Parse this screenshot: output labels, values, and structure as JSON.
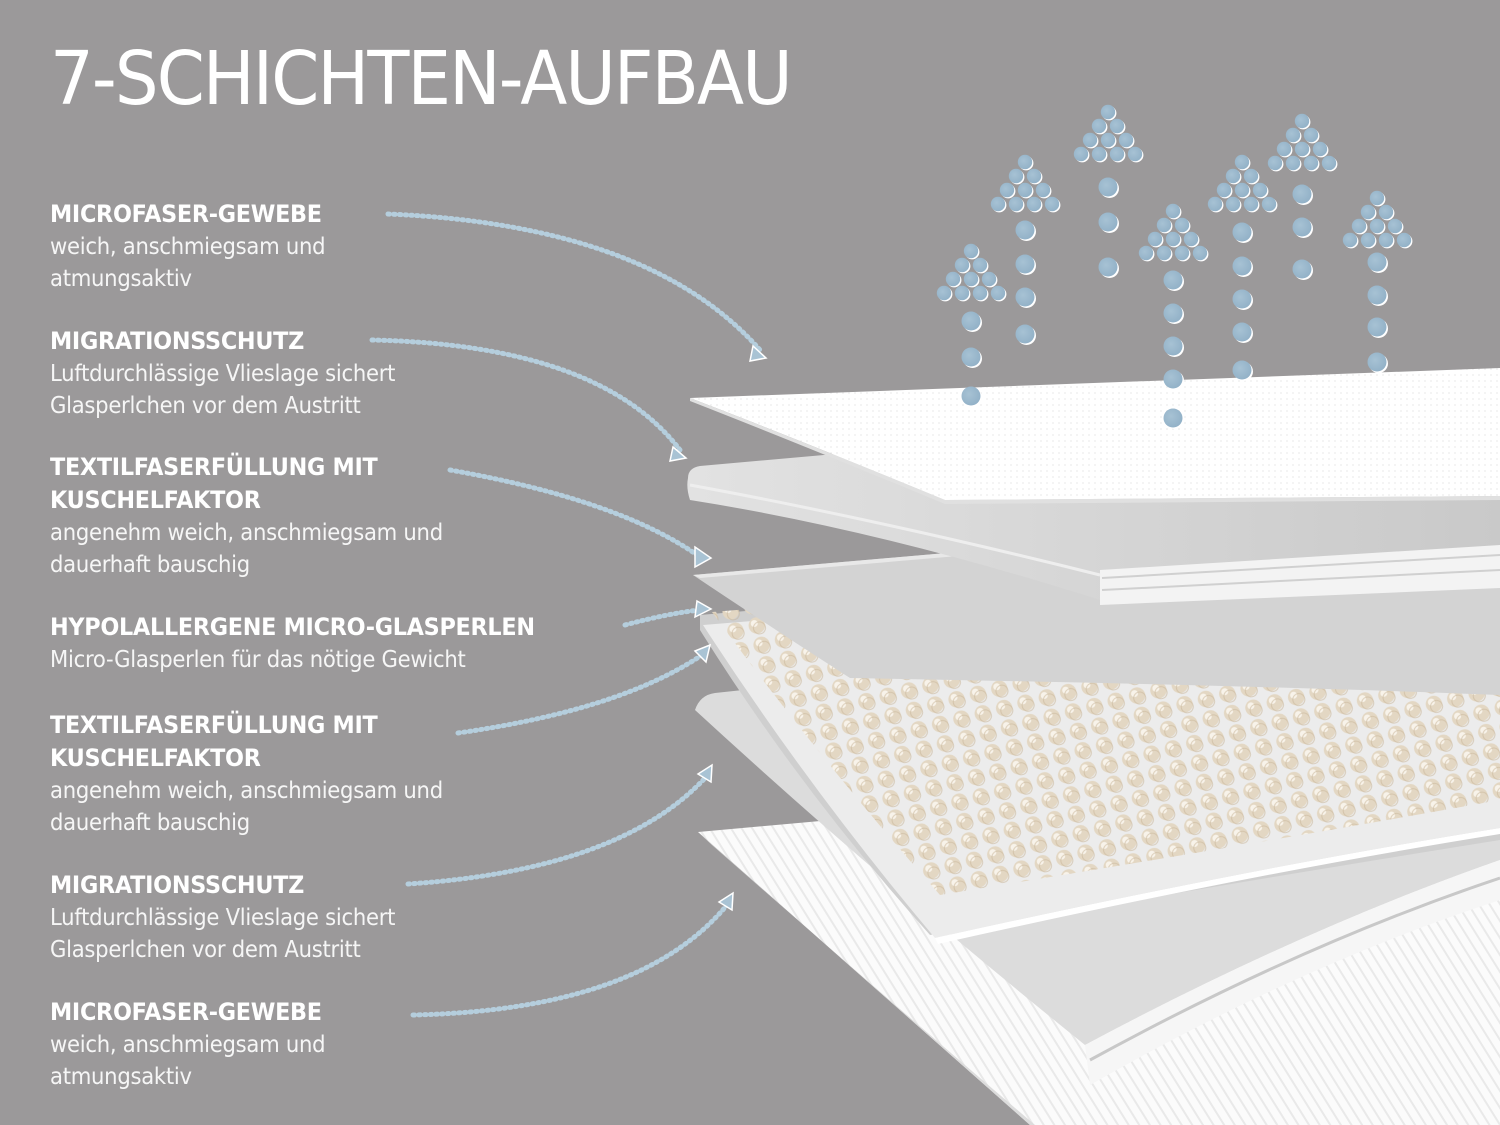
{
  "title": "7-SCHICHTEN-AUFBAU",
  "colors": {
    "background": "#9b999a",
    "text": "#ffffff",
    "arrow_dots": "#a9c3d4",
    "droplets": "#9ebbd0",
    "layer_white": "#ffffff",
    "layer_grey": "#d6d6d6",
    "pearl": "#e6dccb"
  },
  "layers": [
    {
      "heading": "MICROFASER-GEWEBE",
      "heading_line2": "",
      "description_line1": "weich, anschmiegsam und",
      "description_line2": "atmungsaktiv"
    },
    {
      "heading": "MIGRATIONSSCHUTZ",
      "heading_line2": "",
      "description_line1": "Luftdurchlässige Vlieslage sichert",
      "description_line2": "Glasperlchen vor dem Austritt"
    },
    {
      "heading": "TEXTILFASERFÜLLUNG MIT",
      "heading_line2": "KUSCHELFAKTOR",
      "description_line1": "angenehm weich, anschmiegsam und",
      "description_line2": "dauerhaft bauschig"
    },
    {
      "heading": "HYPOLALLERGENE MICRO-GLASPERLEN",
      "heading_line2": "",
      "description_line1": "Micro-Glasperlen für das nötige Gewicht",
      "description_line2": ""
    },
    {
      "heading": "TEXTILFASERFÜLLUNG MIT",
      "heading_line2": "KUSCHELFAKTOR",
      "description_line1": "angenehm weich, anschmiegsam und",
      "description_line2": "dauerhaft bauschig"
    },
    {
      "heading": "MIGRATIONSSCHUTZ",
      "heading_line2": "",
      "description_line1": "Luftdurchlässige Vlieslage sichert",
      "description_line2": "Glasperlchen vor dem Austritt"
    },
    {
      "heading": "MICROFASER-GEWEBE",
      "heading_line2": "",
      "description_line1": "weich, anschmiegsam und",
      "description_line2": "atmungsaktiv"
    }
  ],
  "icons": {
    "airflow": "airflow-arrows-icon",
    "pointer": "dotted-arrow-icon"
  }
}
